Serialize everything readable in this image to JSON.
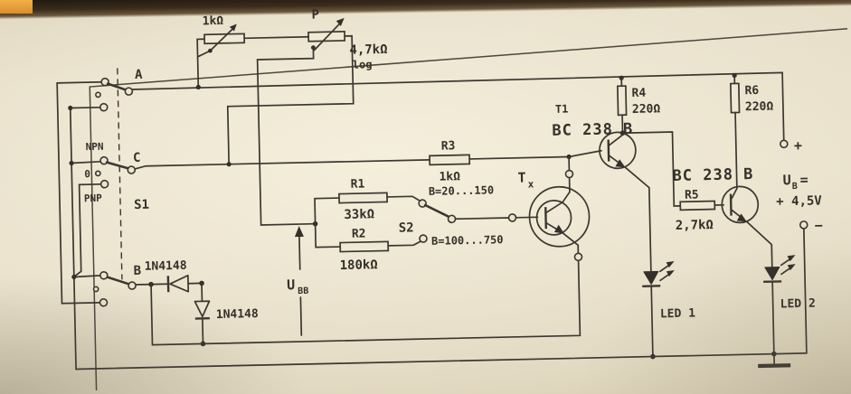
{
  "schematic": {
    "trimmer": {
      "value": "1kΩ"
    },
    "pot_p": {
      "name": "P",
      "value": "4,7kΩ",
      "taper": "log"
    },
    "switch_s1": {
      "name": "S1",
      "pole_a": "A",
      "pole_c": "C",
      "pole_b": "B",
      "pos_npn": "NPN",
      "pos_off": "0",
      "pos_pnp": "PNP"
    },
    "diode_series": {
      "part": "1N4148"
    },
    "diode_clamp": {
      "part": "1N4148"
    },
    "u_bb": {
      "main": "U",
      "sub": "BB"
    },
    "r1": {
      "name": "R1",
      "value": "33kΩ"
    },
    "r2": {
      "name": "R2",
      "value": "180kΩ"
    },
    "r3": {
      "name": "R3",
      "value": "1kΩ"
    },
    "r4": {
      "name": "R4",
      "value": "220Ω"
    },
    "r5": {
      "name": "R5",
      "value": "2,7kΩ"
    },
    "r6": {
      "name": "R6",
      "value": "220Ω"
    },
    "switch_s2": {
      "name": "S2",
      "range_low": "B=20...150",
      "range_high": "B=100...750"
    },
    "tx": {
      "main": "T",
      "sub": "x"
    },
    "t1": {
      "name": "T1",
      "type": "BC 238 B"
    },
    "t2": {
      "type": "BC 238 B"
    },
    "led1": {
      "label": "LED 1"
    },
    "led2": {
      "label": "LED 2"
    },
    "battery": {
      "plus": "+",
      "minus": "−",
      "u_main": "U",
      "u_sub": "B",
      "u_eq": "=",
      "voltage": "+ 4,5V"
    }
  }
}
